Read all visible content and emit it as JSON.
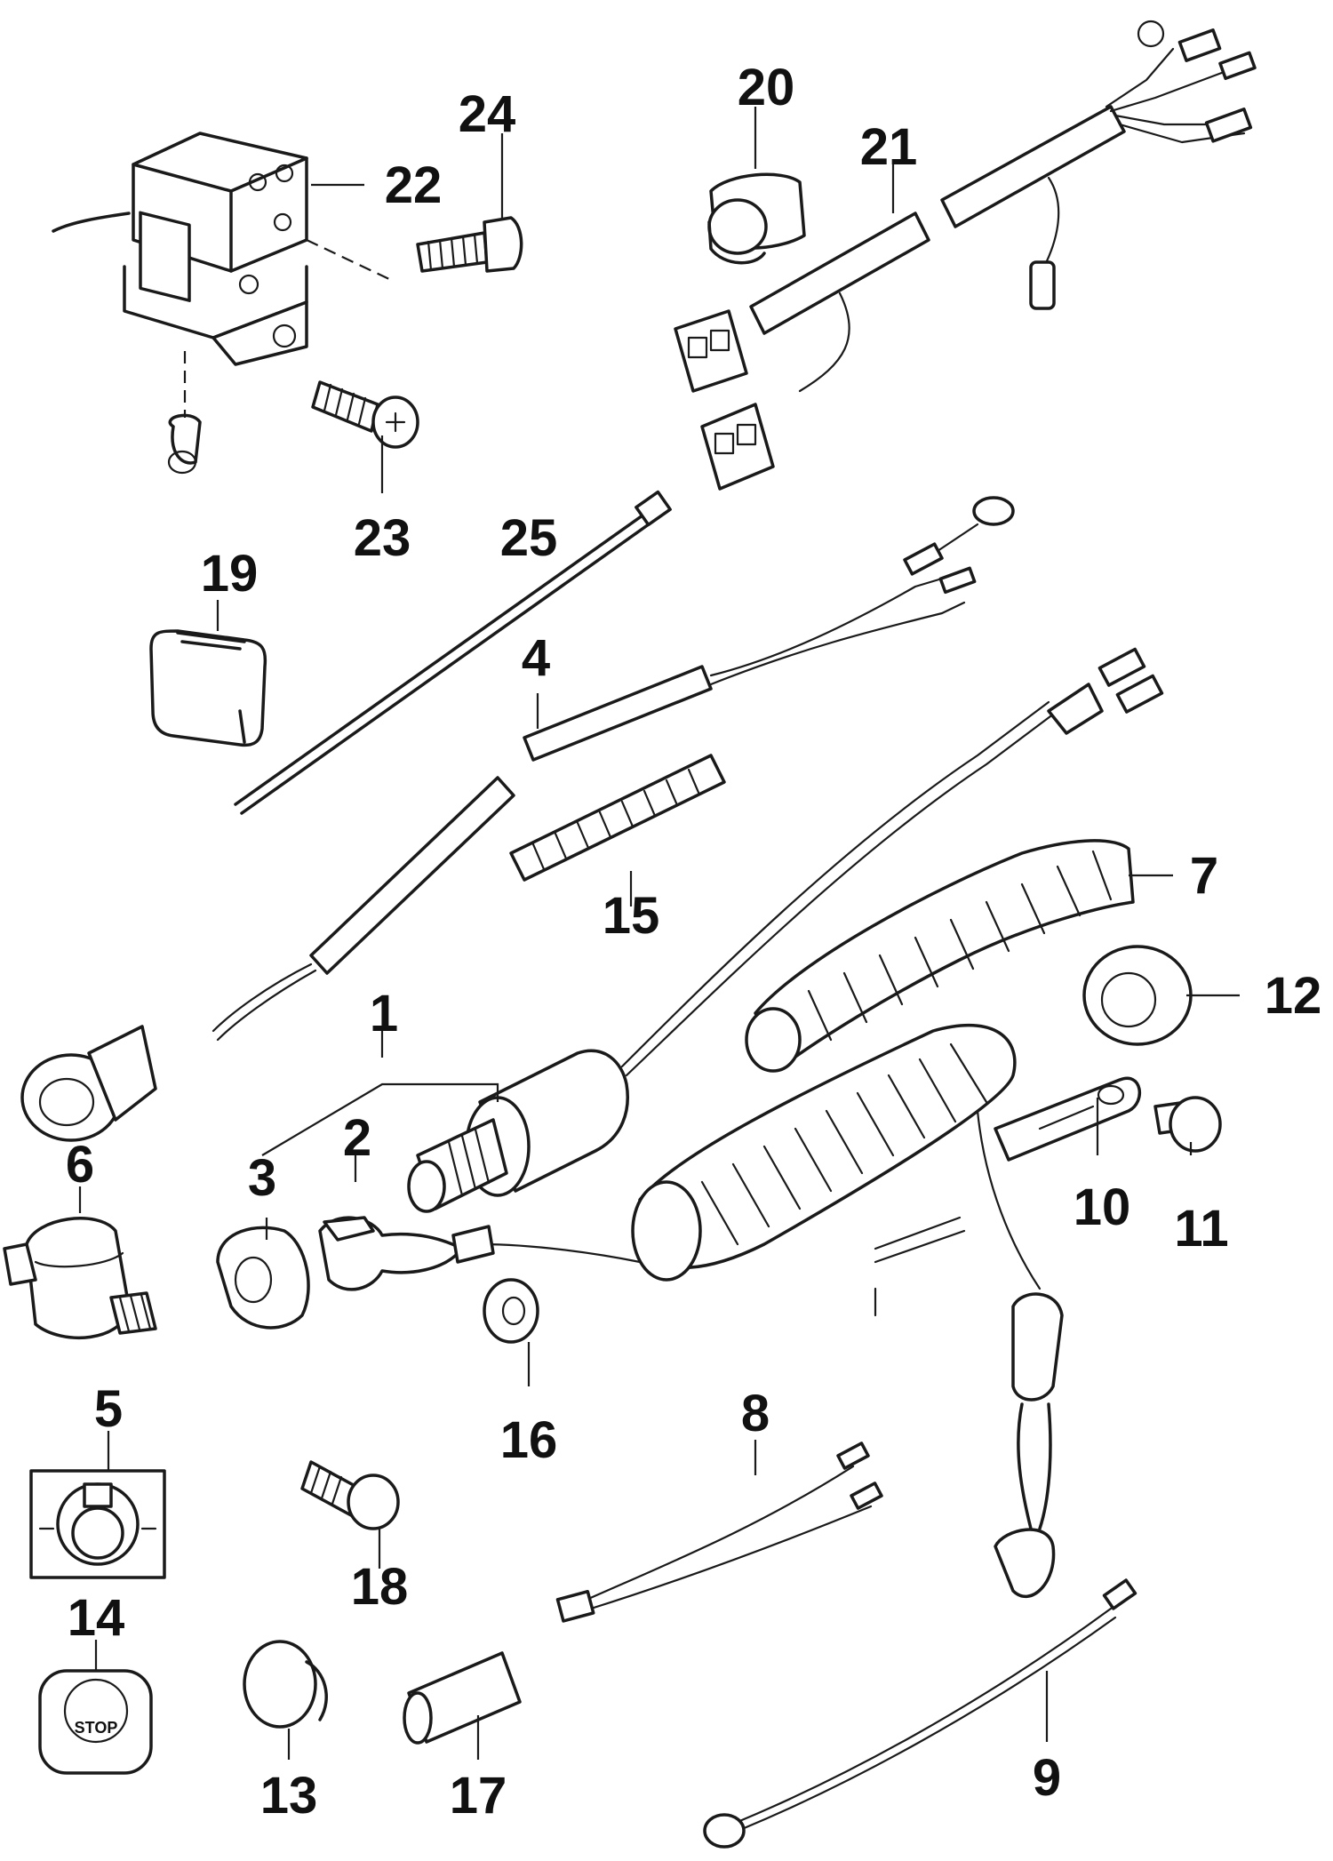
{
  "callouts": {
    "c1": "1",
    "c2": "2",
    "c3": "3",
    "c4": "4",
    "c5": "5",
    "c6": "6",
    "c7": "7",
    "c8": "8",
    "c9": "9",
    "c10": "10",
    "c11": "11",
    "c12": "12",
    "c13": "13",
    "c14": "14",
    "c15": "15",
    "c16": "16",
    "c17": "17",
    "c18": "18",
    "c19": "19",
    "c20": "20",
    "c21": "21",
    "c22": "22",
    "c23": "23",
    "c24": "24",
    "c25": "25"
  },
  "plate_text": "STOP"
}
